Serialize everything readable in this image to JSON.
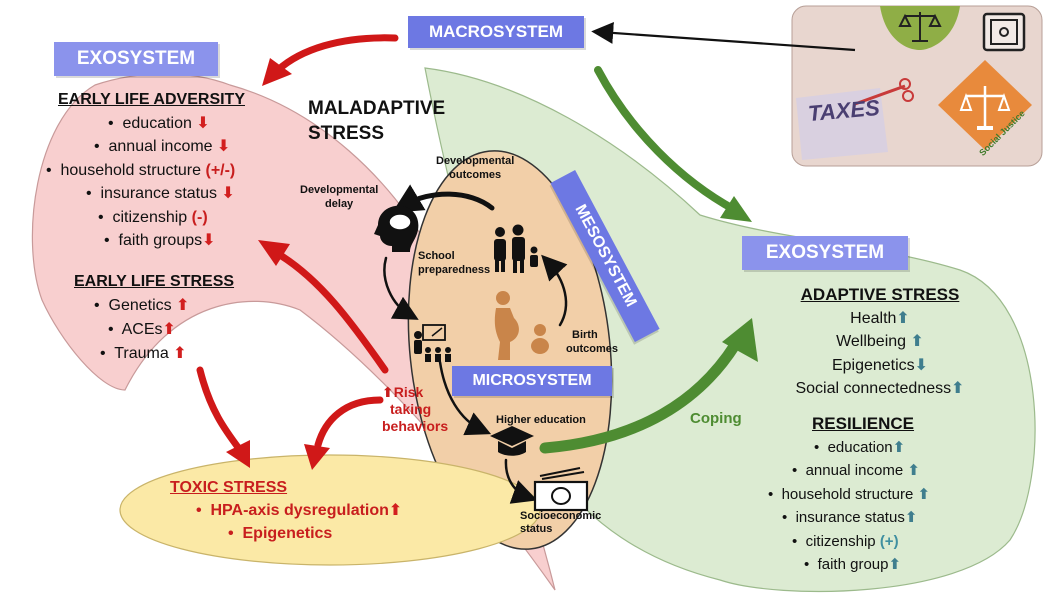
{
  "macrosystem": {
    "label": "MACROSYSTEM",
    "taxes_label": "TAXES",
    "social_justice_label": "Social Justice"
  },
  "exosystem_left": {
    "label": "EXOSYSTEM",
    "early_life_adversity": {
      "heading": "EARLY LIFE ADVERSITY",
      "items": [
        {
          "text": "education",
          "mark": "⬇"
        },
        {
          "text": "annual income",
          "mark": "⬇"
        },
        {
          "text": "household structure",
          "mark": "(+/-)"
        },
        {
          "text": "insurance status",
          "mark": "⬇"
        },
        {
          "text": "citizenship",
          "mark": "(-)"
        },
        {
          "text": "faith groups",
          "mark": "⬇"
        }
      ]
    },
    "early_life_stress": {
      "heading": "EARLY LIFE STRESS",
      "items": [
        {
          "text": "Genetics",
          "mark": "⬆"
        },
        {
          "text": "ACEs",
          "mark": "⬆"
        },
        {
          "text": "Trauma",
          "mark": "⬆"
        }
      ]
    }
  },
  "maladaptive": {
    "line1": "MALADAPTIVE",
    "line2": "STRESS"
  },
  "toxic_stress": {
    "heading": "TOXIC STRESS",
    "items": [
      {
        "text": "HPA-axis dysregulation",
        "mark": "⬆"
      },
      {
        "text": "Epigenetics",
        "mark": ""
      }
    ]
  },
  "mesosystem": {
    "label": "MESOSYSTEM",
    "nodes": {
      "developmental_outcomes": [
        "Developmental",
        "outcomes"
      ],
      "developmental_delay": [
        "Developmental",
        "delay"
      ],
      "school_preparedness": [
        "School",
        "preparedness"
      ],
      "birth_outcomes": [
        "Birth",
        "outcomes"
      ],
      "higher_education": "Higher education",
      "socioeconomic_status": [
        "Socioeconomic",
        "status"
      ]
    }
  },
  "microsystem": {
    "label": "MICROSYSTEM"
  },
  "risk": {
    "mark": "⬆",
    "line1": "Risk",
    "line2": "taking",
    "line3": "behaviors"
  },
  "coping": {
    "label": "Coping"
  },
  "exosystem_right": {
    "label": "EXOSYSTEM",
    "adaptive_stress": {
      "heading": "ADAPTIVE STRESS",
      "items": [
        {
          "text": "Health",
          "mark": "⬆"
        },
        {
          "text": "Wellbeing",
          "mark": "⬆"
        },
        {
          "text": "Epigenetics",
          "mark": "⬇"
        },
        {
          "text": "Social connectedness",
          "mark": "⬆"
        }
      ]
    },
    "resilience": {
      "heading": "RESILIENCE",
      "items": [
        {
          "text": "education",
          "mark": "⬆"
        },
        {
          "text": "annual income",
          "mark": "⬆"
        },
        {
          "text": "household structure",
          "mark": "⬆"
        },
        {
          "text": "insurance status",
          "mark": "⬆"
        },
        {
          "text": "citizenship",
          "mark": "(+)"
        },
        {
          "text": "faith group",
          "mark": "⬆"
        }
      ]
    }
  },
  "colors": {
    "exo_left_fill": "#f8cfcf",
    "exo_right_fill": "#dcebd2",
    "meso_fill": "#f2cfa8",
    "toxic_fill": "#fbe9a6",
    "system_box": "#6d78e3",
    "red_arrow": "#d01818",
    "green_arrow": "#4e8c32"
  }
}
